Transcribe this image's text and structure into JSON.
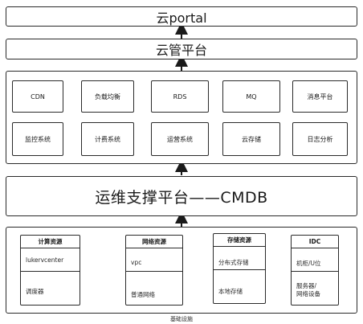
{
  "top": {
    "portal": "云portal",
    "management": "云管平台"
  },
  "services_row1": [
    "CDN",
    "负载均衡",
    "RDS",
    "MQ",
    "消息平台"
  ],
  "services_row2": [
    "监控系统",
    "计费系统",
    "运营系统",
    "云存储",
    "日志分析"
  ],
  "ops": {
    "label": "运维支撑平台——CMDB"
  },
  "resources": [
    {
      "title": "计算资源",
      "items": [
        "lukervcenter",
        "调度器"
      ]
    },
    {
      "title": "网络资源",
      "items": [
        "vpc",
        "普通网络"
      ]
    },
    {
      "title": "存储资源",
      "items": [
        "分布式存储",
        "本地存储"
      ]
    },
    {
      "title": "IDC",
      "items": [
        "机柜/U位",
        "服务器/\n网络设备"
      ]
    }
  ],
  "footer": {
    "label": "基础设施"
  }
}
